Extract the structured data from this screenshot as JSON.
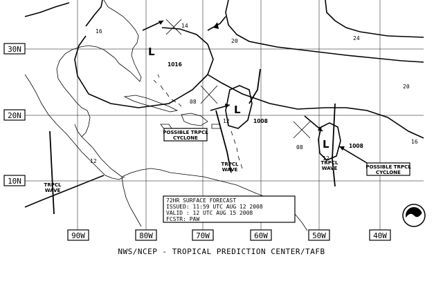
{
  "map": {
    "footer": "NWS/NCEP - TROPICAL PREDICTION CENTER/TAFB",
    "lat_labels": [
      "30N",
      "20N",
      "10N"
    ],
    "lon_labels": [
      "90W",
      "80W",
      "70W",
      "60W",
      "50W",
      "40W"
    ],
    "forecast_box": {
      "line1": "72HR SURFACE FORECAST",
      "line2": "ISSUED: 11:59 UTC AUG 12 2008",
      "line3": "VALID : 12 UTC AUG 15 2008",
      "line4": "FCSTR: PAW"
    },
    "lows": [
      "L",
      "L",
      "L"
    ],
    "pressure_labels": {
      "p1016": "1016",
      "p1008a": "1008",
      "p1008b": "1008"
    },
    "isobar_labels": [
      "16",
      "14",
      "20",
      "24",
      "20",
      "16",
      "08",
      "12",
      "12",
      "08",
      "12"
    ],
    "cyclone_labels": {
      "west": [
        "POSSIBLE TRPCL",
        "CYCLONE"
      ],
      "east": [
        "POSSIBLE TRPCL",
        "CYCLONE"
      ]
    },
    "waves": {
      "w1": [
        "TRPCL",
        "WAVE"
      ],
      "w2": [
        "TRPCL",
        "WAVE"
      ],
      "w3": [
        "TRPCL",
        "WAVE"
      ]
    }
  }
}
